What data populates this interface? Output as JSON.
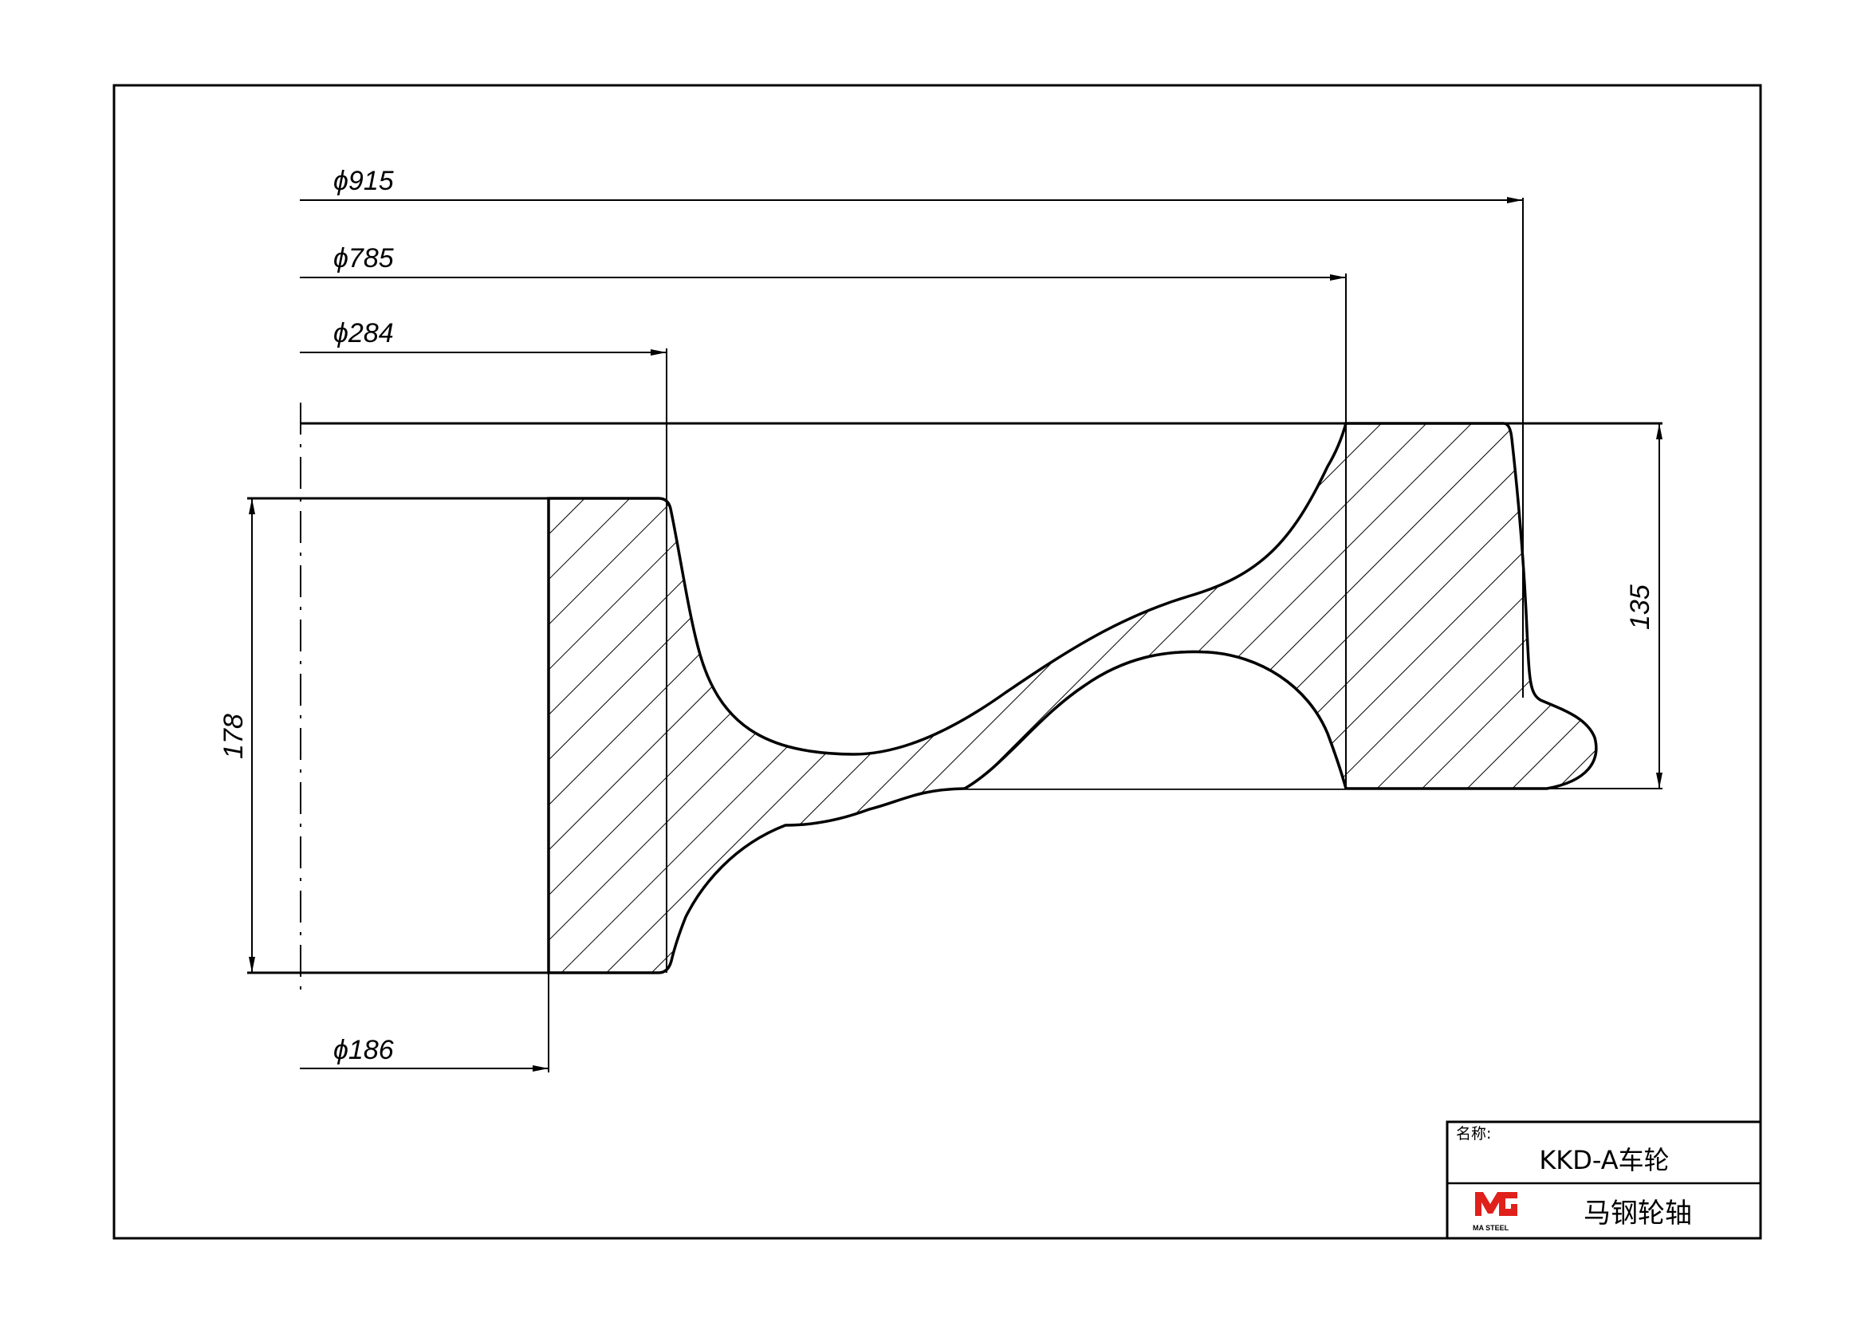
{
  "dimensions": {
    "d915": "ϕ915",
    "d785": "ϕ785",
    "d284": "ϕ284",
    "d186": "ϕ186",
    "h178": "178",
    "h135": "135"
  },
  "title_block": {
    "name_label": "名称:",
    "part_name": "KKD-A车轮",
    "company": "马钢轮轴",
    "logo_text": "MA STEEL"
  },
  "colors": {
    "line": "#000000",
    "logo_red": "#e0201b",
    "background": "#ffffff"
  }
}
